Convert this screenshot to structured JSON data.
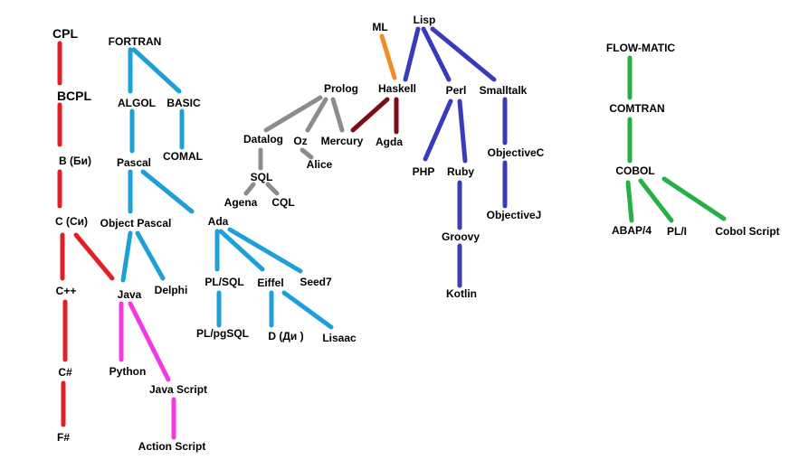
{
  "colors": {
    "red": "#e21e26",
    "blue": "#1f9fd8",
    "magenta": "#f03ae6",
    "gray": "#8c8c8c",
    "maroon": "#7a0e16",
    "orange": "#f28c28",
    "indigo": "#3a3bb8",
    "green": "#26b043"
  },
  "nodes": {
    "cpl": "CPL",
    "bcpl": "BCPL",
    "b": "B (Би)",
    "c": "C (Си)",
    "cpp": "C++",
    "csharp": "C#",
    "fsharp": "F#",
    "fortran": "FORTRAN",
    "algol": "ALGOL",
    "basic": "BASIC",
    "comal": "COMAL",
    "pascal": "Pascal",
    "object_pascal": "Object Pascal",
    "delphi": "Delphi",
    "java": "Java",
    "python": "Python",
    "java_script": "Java Script",
    "action_script": "Action Script",
    "ada": "Ada",
    "pl_sql": "PL/SQL",
    "pl_pgsql": "PL/pgSQL",
    "eiffel": "Eiffel",
    "d": "D (Ди )",
    "lisaac": "Lisaac",
    "seed7": "Seed7",
    "prolog": "Prolog",
    "datalog": "Datalog",
    "oz": "Oz",
    "mercury": "Mercury",
    "alice": "Alice",
    "sql": "SQL",
    "agena": "Agena",
    "cql": "CQL",
    "ml": "ML",
    "lisp": "Lisp",
    "haskell": "Haskell",
    "agda": "Agda",
    "perl": "Perl",
    "smalltalk": "Smalltalk",
    "php": "PHP",
    "ruby": "Ruby",
    "groovy": "Groovy",
    "kotlin": "Kotlin",
    "objectivec": "ObjectiveC",
    "objectivej": "ObjectiveJ",
    "flow_matic": "FLOW-MATIC",
    "comtran": "COMTRAN",
    "cobol": "COBOL",
    "abap4": "ABAP/4",
    "pl_i": "PL/I",
    "cobol_script": "Cobol Script"
  }
}
